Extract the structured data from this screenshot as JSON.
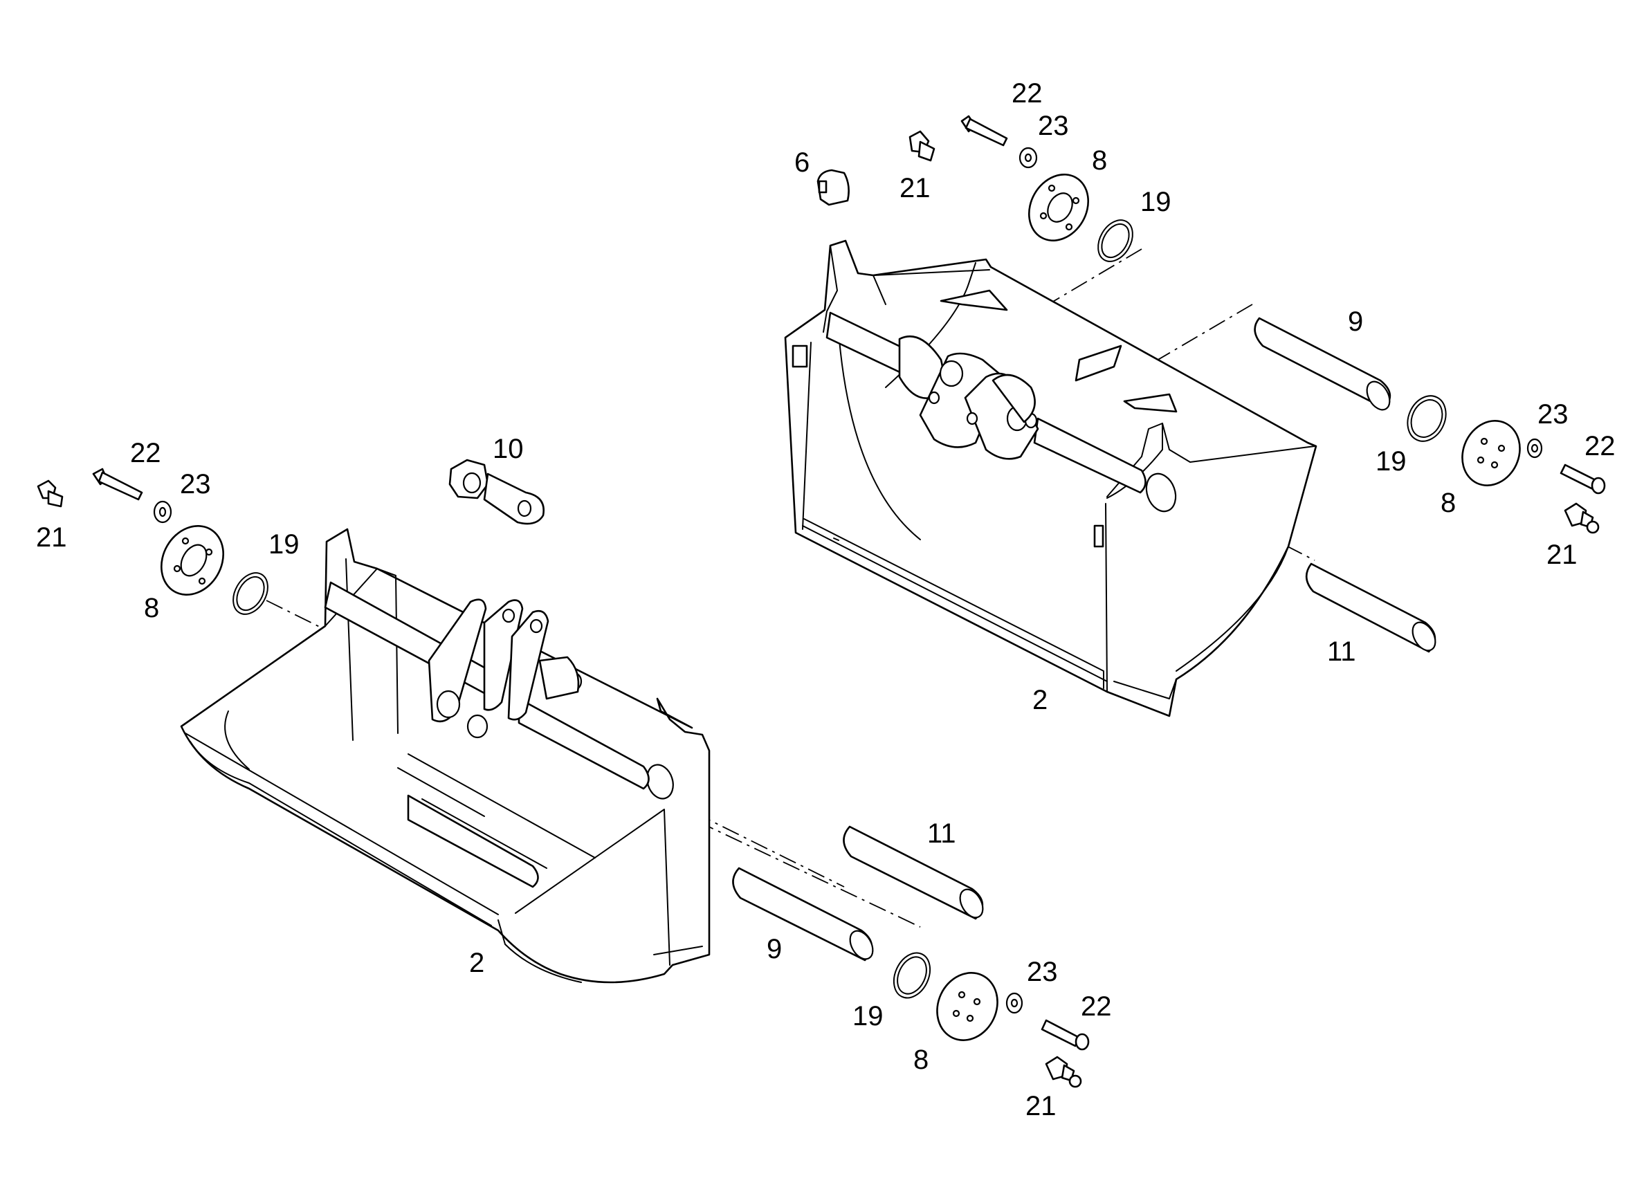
{
  "labels": {
    "left_assembly": {
      "bucket": "2",
      "plate_left": "8",
      "plate_right": "8",
      "pin_front": "9",
      "pin_rear": "11",
      "link": "10",
      "circlip_left": "19",
      "circlip_right": "19",
      "grease_nipple_left": "21",
      "grease_nipple_right": "21",
      "bolt_left": "22",
      "bolt_right": "22",
      "washer_left": "23",
      "washer_right": "23"
    },
    "right_assembly": {
      "bucket": "2",
      "wear_block": "6",
      "plate_top": "8",
      "plate_right": "8",
      "pin_upper": "9",
      "pin_lower": "11",
      "circlip_top": "19",
      "circlip_right": "19",
      "grease_nipple_top": "21",
      "grease_nipple_right": "21",
      "bolt_top": "22",
      "bolt_right": "22",
      "washer_top": "23",
      "washer_right": "23"
    }
  },
  "colors": {
    "line": "#000000",
    "background": "#ffffff"
  }
}
